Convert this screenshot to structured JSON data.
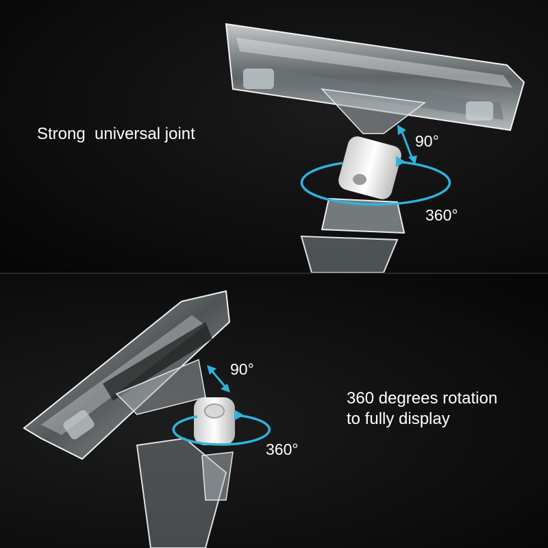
{
  "top_panel": {
    "caption": "Strong  universal joint",
    "tilt_label": "90°",
    "rotation_label": "360°"
  },
  "bottom_panel": {
    "caption_line1": "360 degrees rotation",
    "caption_line2": "to fully display",
    "tilt_label": "90°",
    "rotation_label": "360°"
  },
  "colors": {
    "arrow": "#2fb3dc",
    "background": "#0b0b0b"
  }
}
